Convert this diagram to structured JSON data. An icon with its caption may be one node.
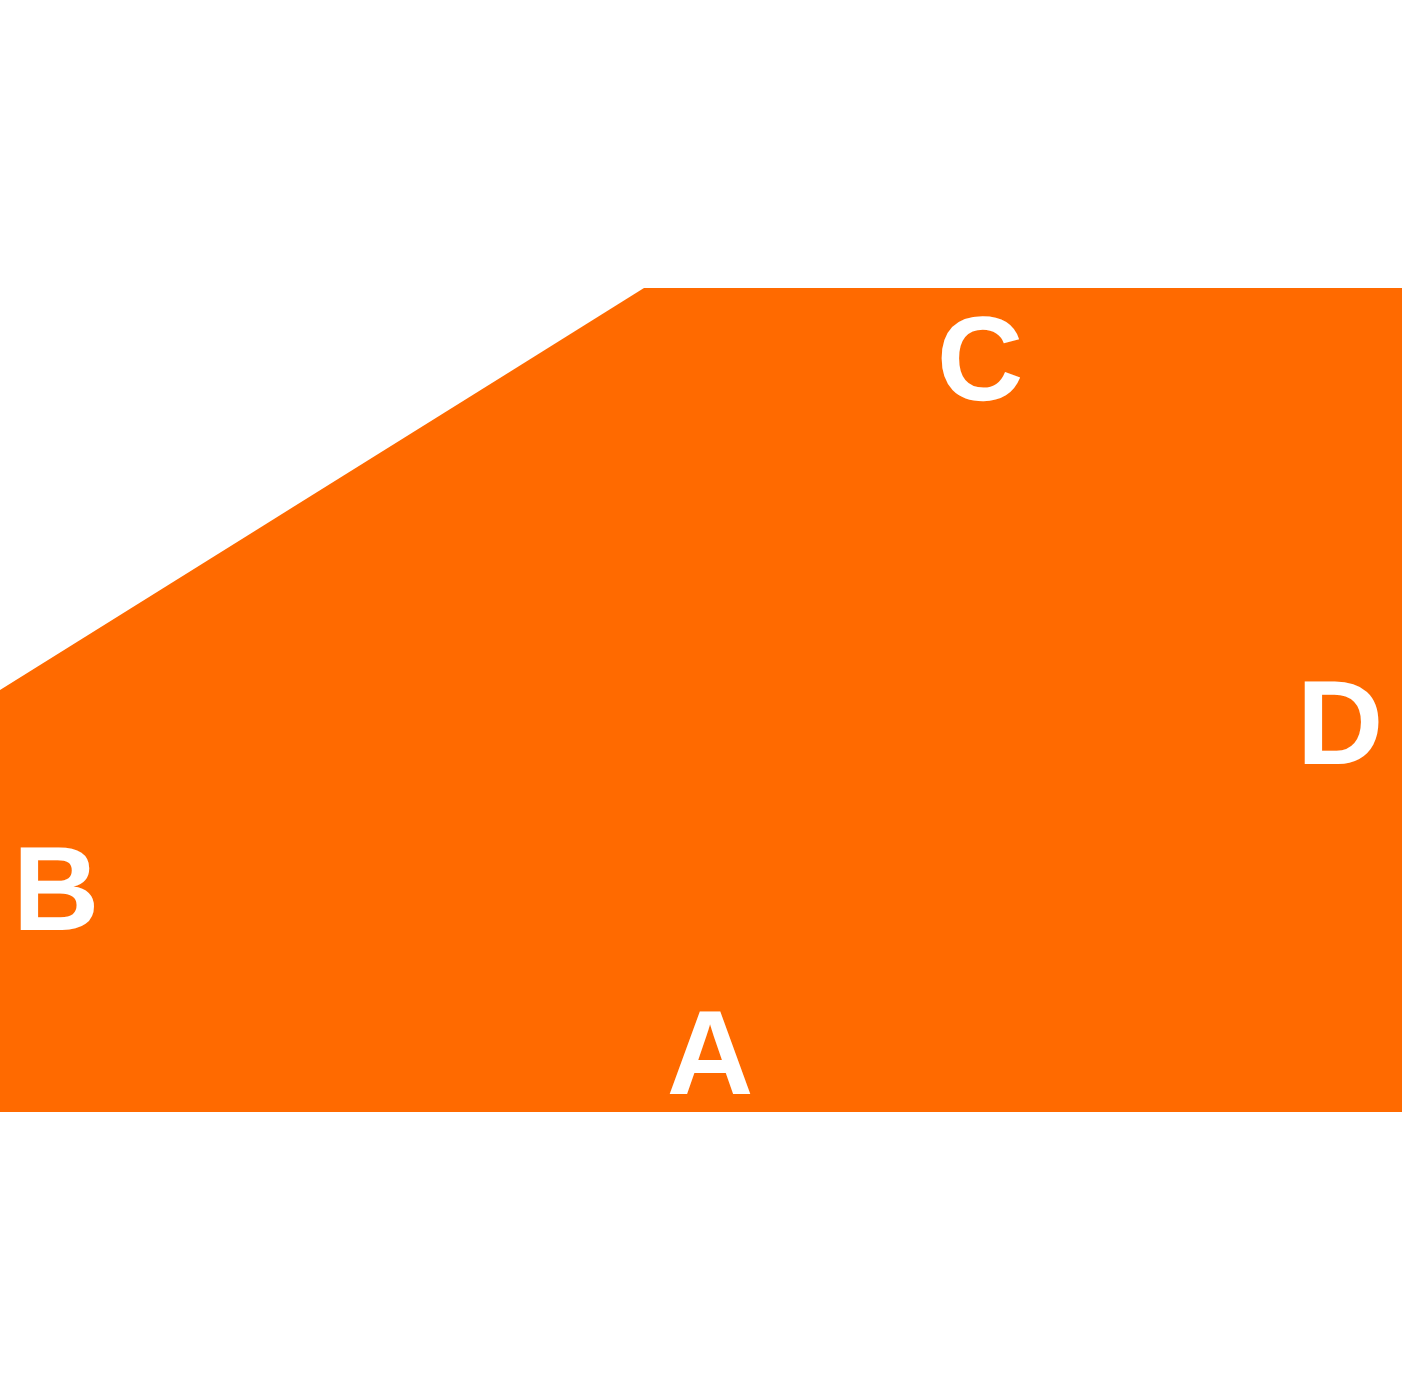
{
  "diagram": {
    "nodes": [
      {
        "text": [
          "C",
          "D",
          "B",
          "A"
        ]
      }
    ]
  }
}
